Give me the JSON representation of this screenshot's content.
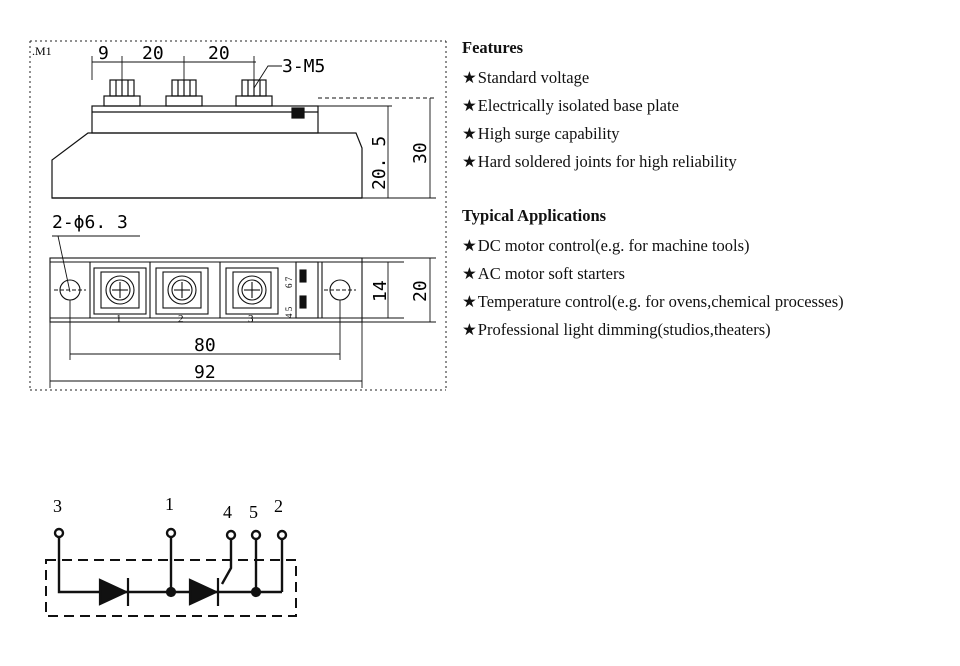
{
  "drawing": {
    "model_label": ".M1",
    "top_dims": [
      "9",
      "20",
      "20"
    ],
    "thread_label": "3-M5",
    "height_dims": [
      "20. 5",
      "30"
    ],
    "hole_label": "2-ϕ6. 3",
    "width_dims": [
      "14",
      "20"
    ],
    "length_dims": [
      "80",
      "92"
    ],
    "terminal_marks": [
      "1",
      "2",
      "3"
    ],
    "aux_pins_top": "6 7",
    "aux_pins_bottom": "4 5"
  },
  "features": {
    "title": "Features",
    "items": [
      "Standard voltage",
      "Electrically isolated base plate",
      "High surge capability",
      "Hard soldered joints for high reliability"
    ]
  },
  "applications": {
    "title": "Typical Applications",
    "items": [
      "DC motor control(e.g. for machine tools)",
      "AC motor soft starters",
      "Temperature control(e.g. for ovens,chemical processes)",
      "Professional light dimming(studios,theaters)"
    ]
  },
  "circuit": {
    "pins": [
      "3",
      "1",
      "4",
      "5",
      "2"
    ]
  },
  "bullet_symbol": "★"
}
